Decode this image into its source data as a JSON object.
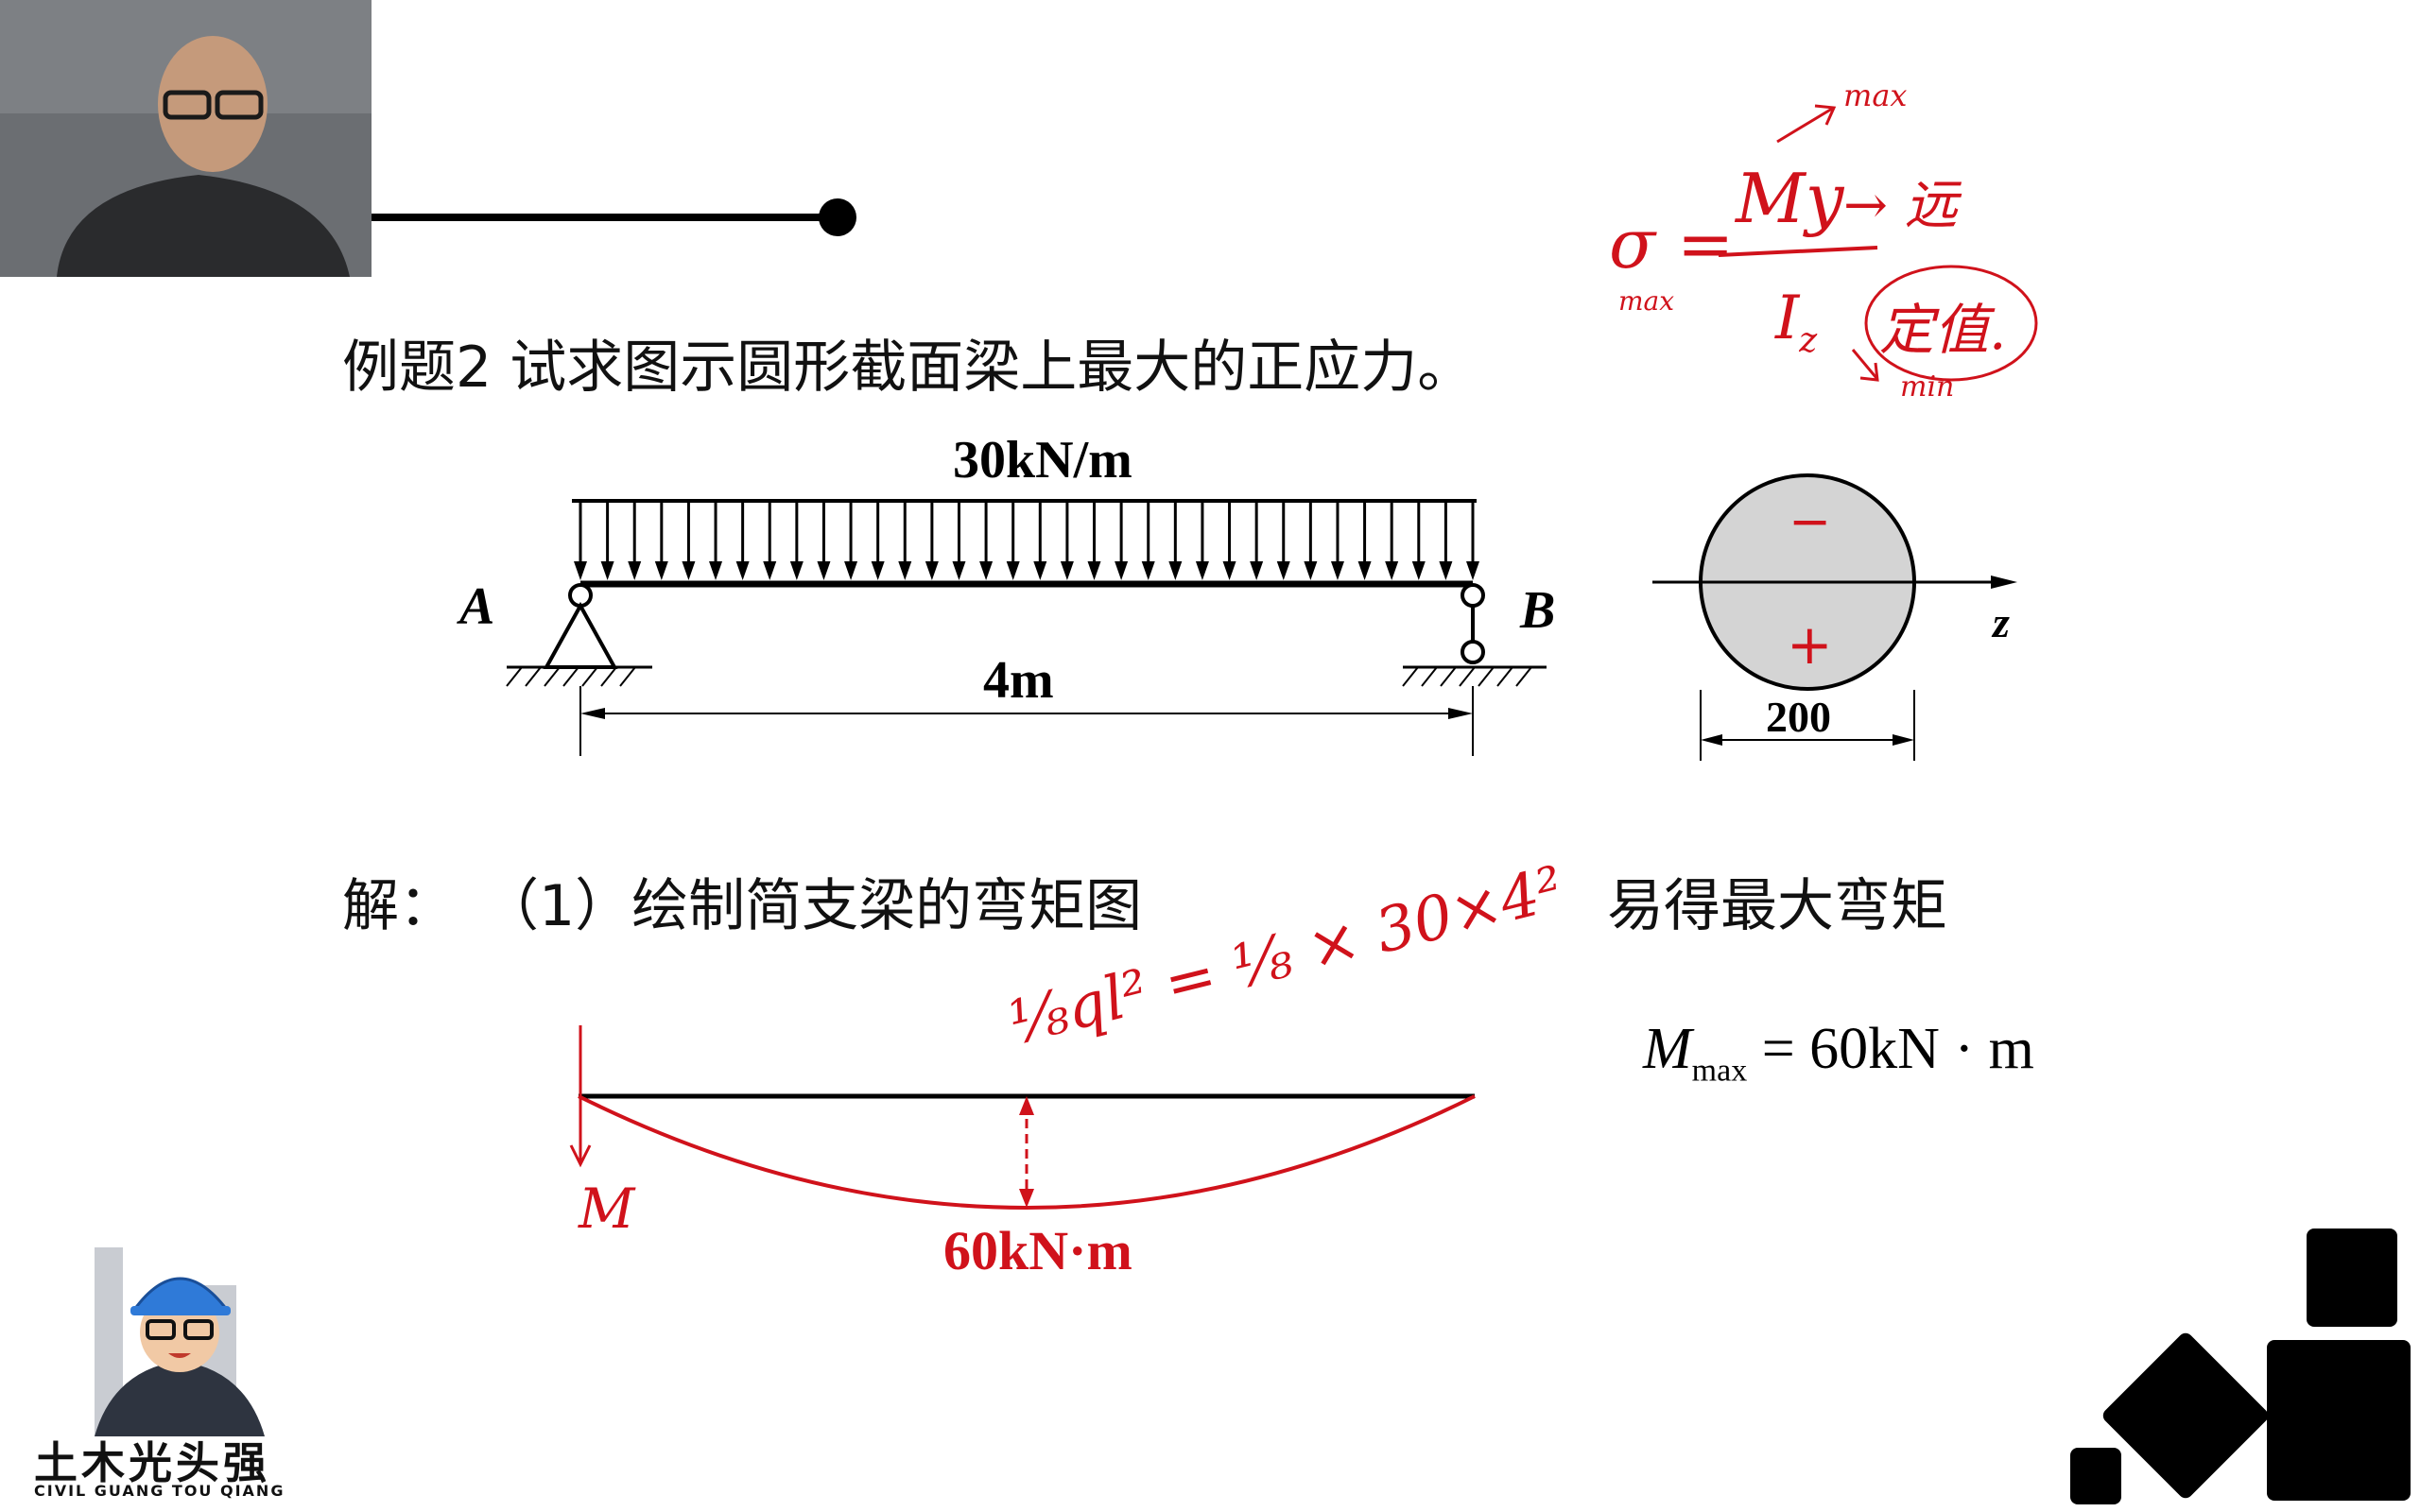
{
  "problem": {
    "title": "例题2 试求图示圆形截面梁上最大的正应力。",
    "load_label": "30kN/m",
    "support_a_label": "A",
    "support_b_label": "B",
    "span_label": "4m",
    "section_axis_label": "z",
    "section_diameter_label": "200",
    "section_top_sign": "−",
    "section_bottom_sign": "+"
  },
  "solution": {
    "step1_label": "解：",
    "step1_text": "（1）绘制简支梁的弯矩图",
    "result_intro": "易得最大弯矩",
    "mmax_symbol": "M",
    "mmax_subscript": "max",
    "mmax_value": "= 60kN · m",
    "diagram_value_label": "60kN·m"
  },
  "annotations": {
    "stress_formula_lhs": "σ =",
    "stress_formula_lhs_sub": "max",
    "numerator": "My",
    "numerator_arrow_text": "→ 远",
    "y_superscript": "max",
    "denominator": "I",
    "denominator_sub": "z",
    "fixed_value": "定值.",
    "denominator_min": "min",
    "moment_formula": "⅛ql² = ⅛ × 30×4²",
    "moment_label": "M"
  },
  "branding": {
    "logo_text": "土木光头强",
    "logo_subtext": "CIVIL GUANG TOU QIANG"
  },
  "colors": {
    "annotation_red": "#d0121b",
    "section_fill": "#d4d4d4"
  }
}
